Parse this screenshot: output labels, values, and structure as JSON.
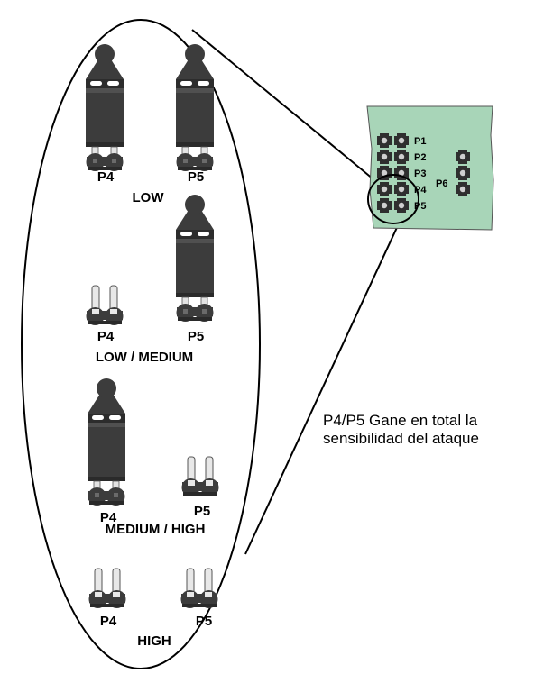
{
  "diagram": {
    "pins": {
      "p4": "P4",
      "p5": "P5"
    },
    "modes": {
      "low": "LOW",
      "low_medium": "LOW / MEDIUM",
      "medium_high": "MEDIUM / HIGH",
      "high": "HIGH"
    },
    "board": {
      "labels": [
        "P1",
        "P2",
        "P3",
        "P4",
        "P5"
      ],
      "p6": "P6",
      "color": "#a8d5b8"
    },
    "caption": {
      "line1": "P4/P5 Gane en total la",
      "line2": "sensibilidad del ataque"
    }
  }
}
